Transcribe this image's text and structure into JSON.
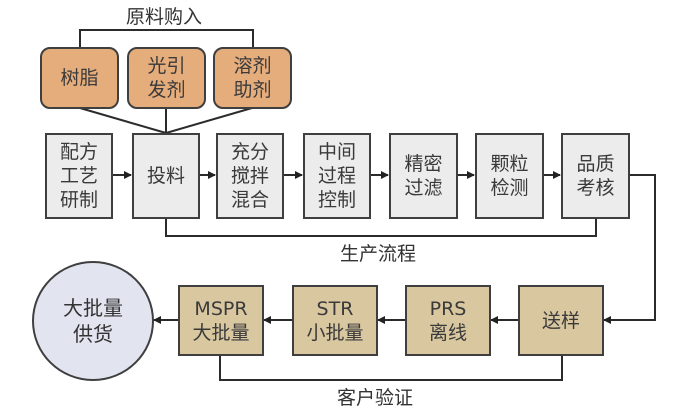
{
  "groups": {
    "raw_materials": {
      "title": "原料购入",
      "items": [
        {
          "line1": "树脂",
          "line2": ""
        },
        {
          "line1": "光引",
          "line2": "发剂"
        },
        {
          "line1": "溶剂",
          "line2": "助剂"
        }
      ]
    },
    "production": {
      "title": "生产流程",
      "steps": [
        {
          "lines": [
            "配方",
            "工艺",
            "研制"
          ]
        },
        {
          "lines": [
            "投料"
          ]
        },
        {
          "lines": [
            "充分",
            "搅拌",
            "混合"
          ]
        },
        {
          "lines": [
            "中间",
            "过程",
            "控制"
          ]
        },
        {
          "lines": [
            "精密",
            "过滤"
          ]
        },
        {
          "lines": [
            "颗粒",
            "检测"
          ]
        },
        {
          "lines": [
            "品质",
            "考核"
          ]
        }
      ]
    },
    "customer_validation": {
      "title": "客户验证",
      "steps": [
        {
          "lines": [
            "送样"
          ]
        },
        {
          "lines": [
            "PRS",
            "离线"
          ]
        },
        {
          "lines": [
            "STR",
            "小批量"
          ]
        },
        {
          "lines": [
            "MSPR",
            "大批量"
          ]
        }
      ]
    },
    "final": {
      "lines": [
        "大批量",
        "供货"
      ]
    }
  },
  "colors": {
    "raw_material_fill": "#e6ad7c",
    "production_fill": "#ececec",
    "customer_fill": "#d9c7a0",
    "final_fill": "#e2e4f0",
    "stroke": "#3f3f3f"
  }
}
